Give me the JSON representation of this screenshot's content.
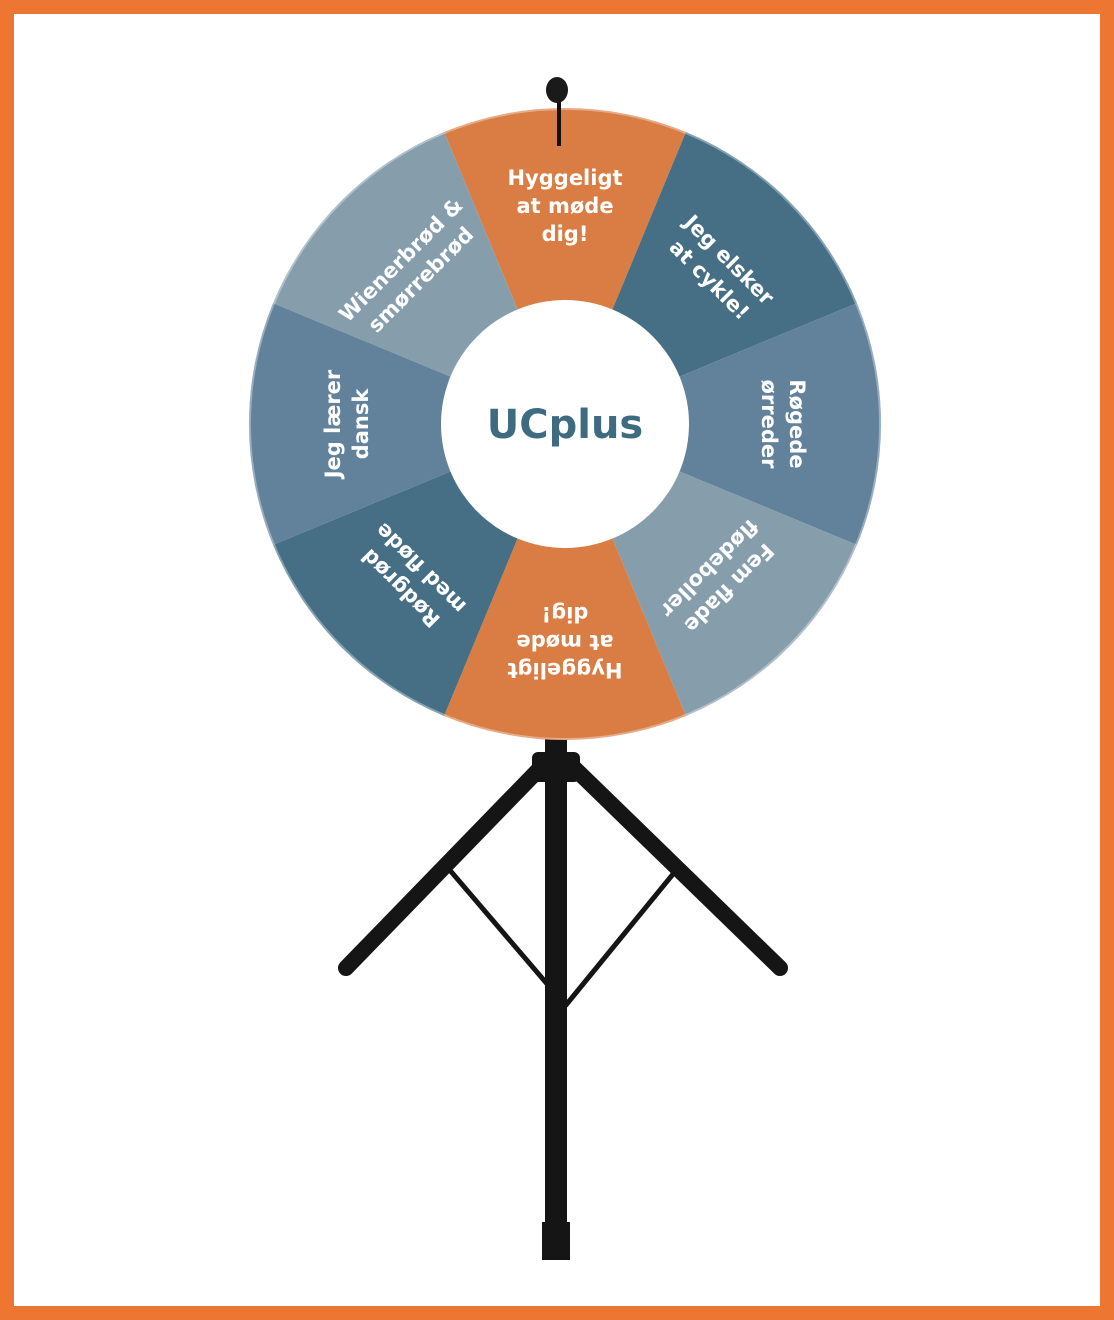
{
  "wheel": {
    "center_label": "UCplus",
    "segments": [
      {
        "lines": [
          "Hyggeligt",
          "at møde",
          "dig!"
        ],
        "color": "#d97d45"
      },
      {
        "lines": [
          "Jeg elsker",
          "at cykle!"
        ],
        "color": "#466f85"
      },
      {
        "lines": [
          "Røgede",
          "ørreder"
        ],
        "color": "#62819a"
      },
      {
        "lines": [
          "Fem flade",
          "flødeboller"
        ],
        "color": "#869dac"
      },
      {
        "lines": [
          "Hyggeligt",
          "at møde",
          "dig!"
        ],
        "color": "#d97d45"
      },
      {
        "lines": [
          "Rødgrød",
          "med fløde"
        ],
        "color": "#466f85"
      },
      {
        "lines": [
          "Jeg lærer",
          "dansk"
        ],
        "color": "#62819a"
      },
      {
        "lines": [
          "Wienerbrød &",
          "smørrebrød"
        ],
        "color": "#869dac"
      }
    ]
  },
  "colors": {
    "frame": "#ee7633",
    "accent_orange": "#d97d45",
    "stand": "#151515",
    "center_text": "#3f6b80"
  }
}
